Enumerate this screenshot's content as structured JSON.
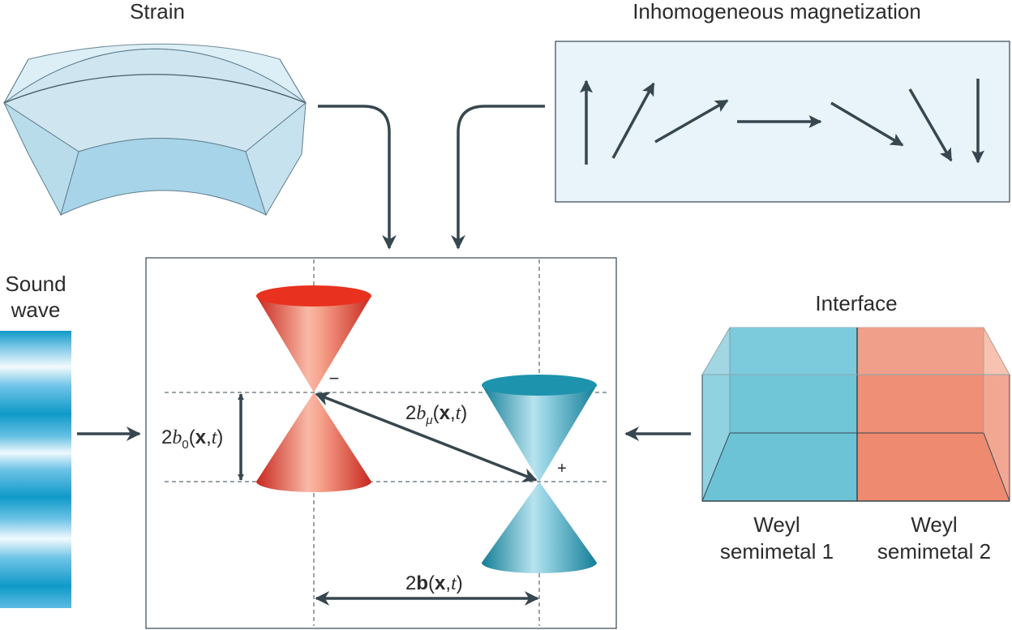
{
  "labels": {
    "strain": "Strain",
    "magnetization": "Inhomogeneous magnetization",
    "sound_line1": "Sound",
    "sound_line2": "wave",
    "interface": "Interface",
    "weyl1_line1": "Weyl",
    "weyl1_line2": "semimetal 1",
    "weyl2_line1": "Weyl",
    "weyl2_line2": "semimetal 2",
    "minus": "−",
    "plus": "+"
  },
  "math": {
    "b0": {
      "prefix": "2",
      "var": "b",
      "sub": "0",
      "open": "(",
      "x": "x",
      "comma": ",",
      "t": "t",
      "close": ")"
    },
    "bmu": {
      "prefix": "2",
      "var": "b",
      "sub": "μ",
      "open": "(",
      "x": "x",
      "comma": ",",
      "t": "t",
      "close": ")"
    },
    "b": {
      "prefix": "2",
      "var": "b",
      "open": "(",
      "x": "x",
      "comma": ",",
      "t": "t",
      "close": ")"
    }
  },
  "colors": {
    "arrow": "#37474f",
    "red_cone_dark": "#c8281f",
    "red_cone_light": "#f8b9a6",
    "blue_cone_dark": "#1a8ca5",
    "blue_cone_light": "#b8e3ef",
    "panel_fill": "#e8f3fa",
    "weyl1": "#6cc3d5",
    "weyl2": "#ee8a6f"
  },
  "icons": [
    "magnetization-arrow-icon",
    "flow-arrow-icon"
  ]
}
